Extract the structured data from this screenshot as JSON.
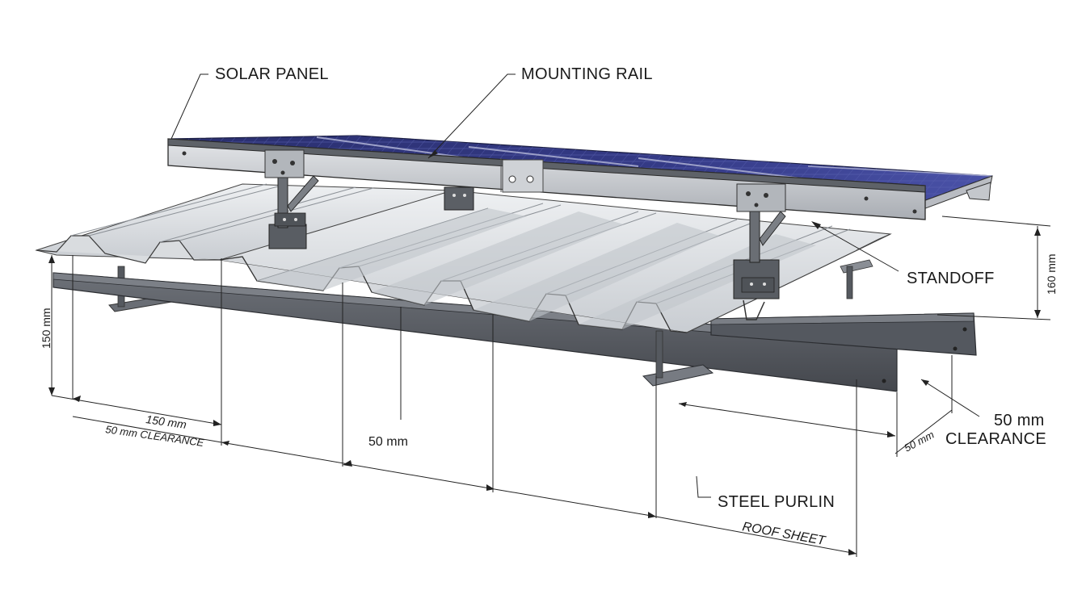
{
  "labels": {
    "solar_panel": "SOLAR PANEL",
    "mounting_rail": "MOUNTING RAIL",
    "standoff": "STANDOFF",
    "steel_purlin": "STEEL PURLIN",
    "roof_sheet": "ROOF SHEET",
    "clearance_right_value": "50 mm",
    "clearance_right_word": "CLEARANCE"
  },
  "dimensions": {
    "left_height": "150 mm",
    "right_height": "160 mm",
    "bottom_left_span": "150 mm",
    "bottom_left_clearance": "50 mm CLEARANCE",
    "bottom_mid": "50 mm",
    "right_depth": "50 mm"
  },
  "colors": {
    "panel": "#2f3477",
    "panel_cell_line": "#5058a6",
    "rail": "#c9ccd1",
    "rail_dark": "#7e838b",
    "sheet_light": "#e3e5e8",
    "sheet_mid": "#c3c7cc",
    "sheet_dark": "#9aa0a7",
    "purlin": "#5b5f66",
    "purlin_dark": "#3f4248",
    "line": "#222222"
  }
}
